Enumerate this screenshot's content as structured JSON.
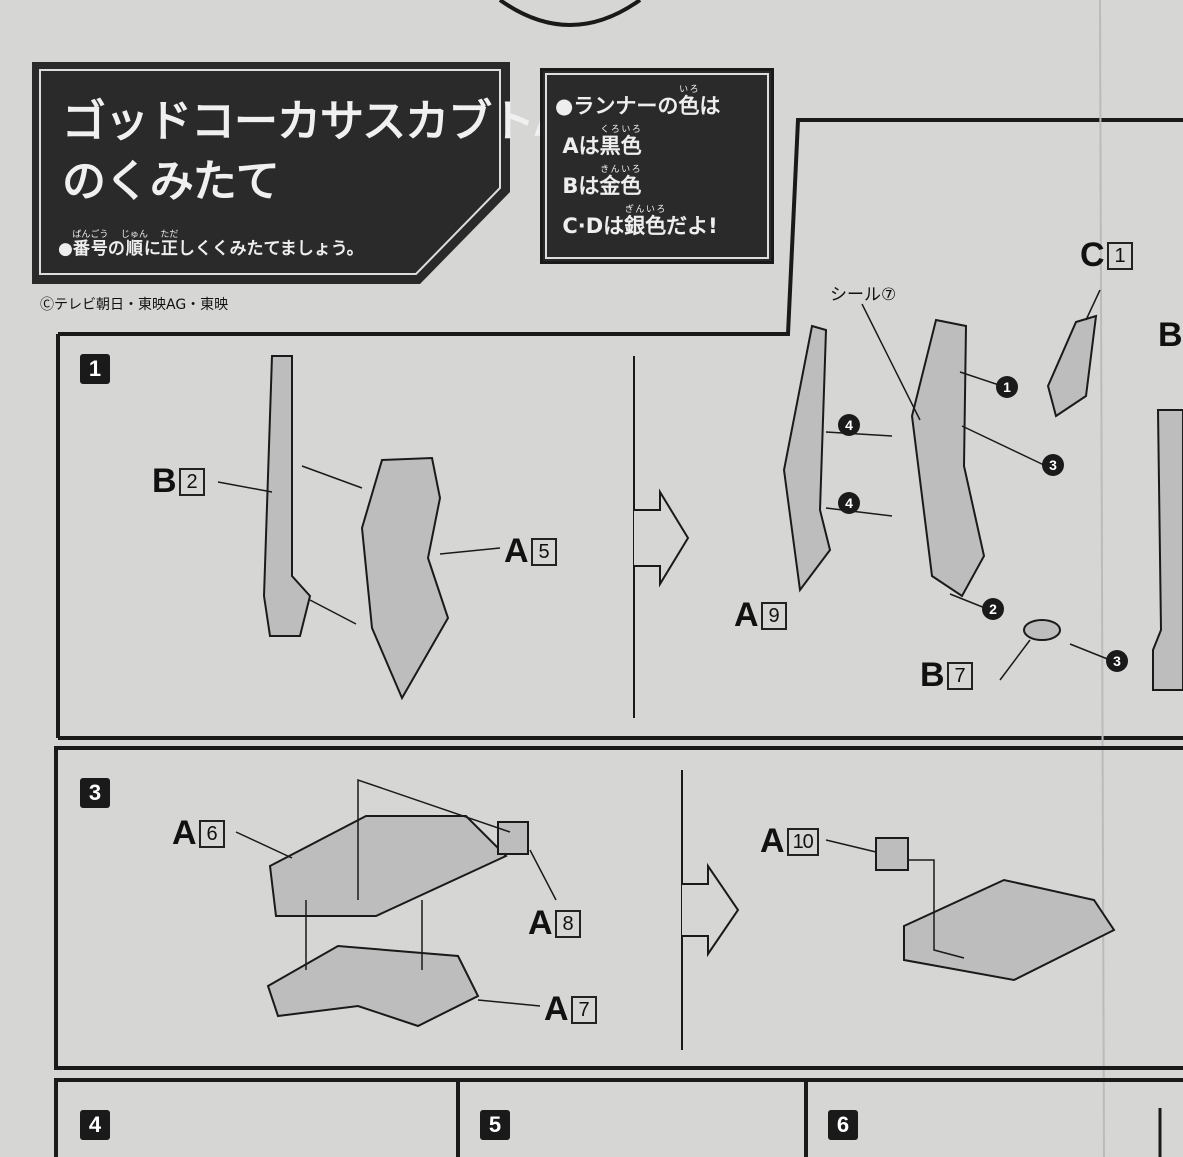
{
  "header": {
    "title_line1": "ゴッドコーカサスカブトA",
    "title_line2": "のくみたて",
    "instruction_prefix": "●",
    "instruction": [
      {
        "kanji": "番号",
        "ruby": "ばんごう"
      },
      {
        "text": "の"
      },
      {
        "kanji": "順",
        "ruby": "じゅん"
      },
      {
        "text": "に"
      },
      {
        "kanji": "正",
        "ruby": "ただ"
      },
      {
        "text": "しくくみたてましょう。"
      }
    ],
    "copyright": "Ⓒテレビ朝日・東映AG・東映"
  },
  "runner_colors": {
    "line1": {
      "pre": "●ランナーの",
      "kanji": "色",
      "ruby": "いろ",
      "post": "は"
    },
    "line2": {
      "pre": "Aは",
      "kanji": "黒色",
      "ruby": "くろいろ",
      "post": ""
    },
    "line3": {
      "pre": "Bは",
      "kanji": "金色",
      "ruby": "きんいろ",
      "post": ""
    },
    "line4": {
      "pre": "C·Dは",
      "kanji": "銀色",
      "ruby": "ぎんいろ",
      "post": "だよ!"
    }
  },
  "steps": {
    "s1": {
      "num": "1",
      "labels": [
        {
          "letter": "B",
          "num": "2"
        },
        {
          "letter": "A",
          "num": "5"
        }
      ]
    },
    "s2": {
      "labels": [
        {
          "letter": "C",
          "num": "1"
        },
        {
          "letter": "A",
          "num": "9"
        },
        {
          "letter": "B",
          "num": "7"
        },
        {
          "letter": "B",
          "num": ""
        }
      ],
      "seal": "シール⑦",
      "markers": [
        "1",
        "2",
        "3",
        "3",
        "4",
        "4"
      ]
    },
    "s3": {
      "num": "3",
      "labels": [
        {
          "letter": "A",
          "num": "6"
        },
        {
          "letter": "A",
          "num": "8"
        },
        {
          "letter": "A",
          "num": "7"
        },
        {
          "letter": "A",
          "num": "10"
        }
      ]
    },
    "s4": {
      "num": "4"
    },
    "s5": {
      "num": "5"
    },
    "s6": {
      "num": "6"
    }
  },
  "colors": {
    "paper": "#d6d6d4",
    "ink": "#1a1a1a",
    "part": "#b8b8b8"
  }
}
